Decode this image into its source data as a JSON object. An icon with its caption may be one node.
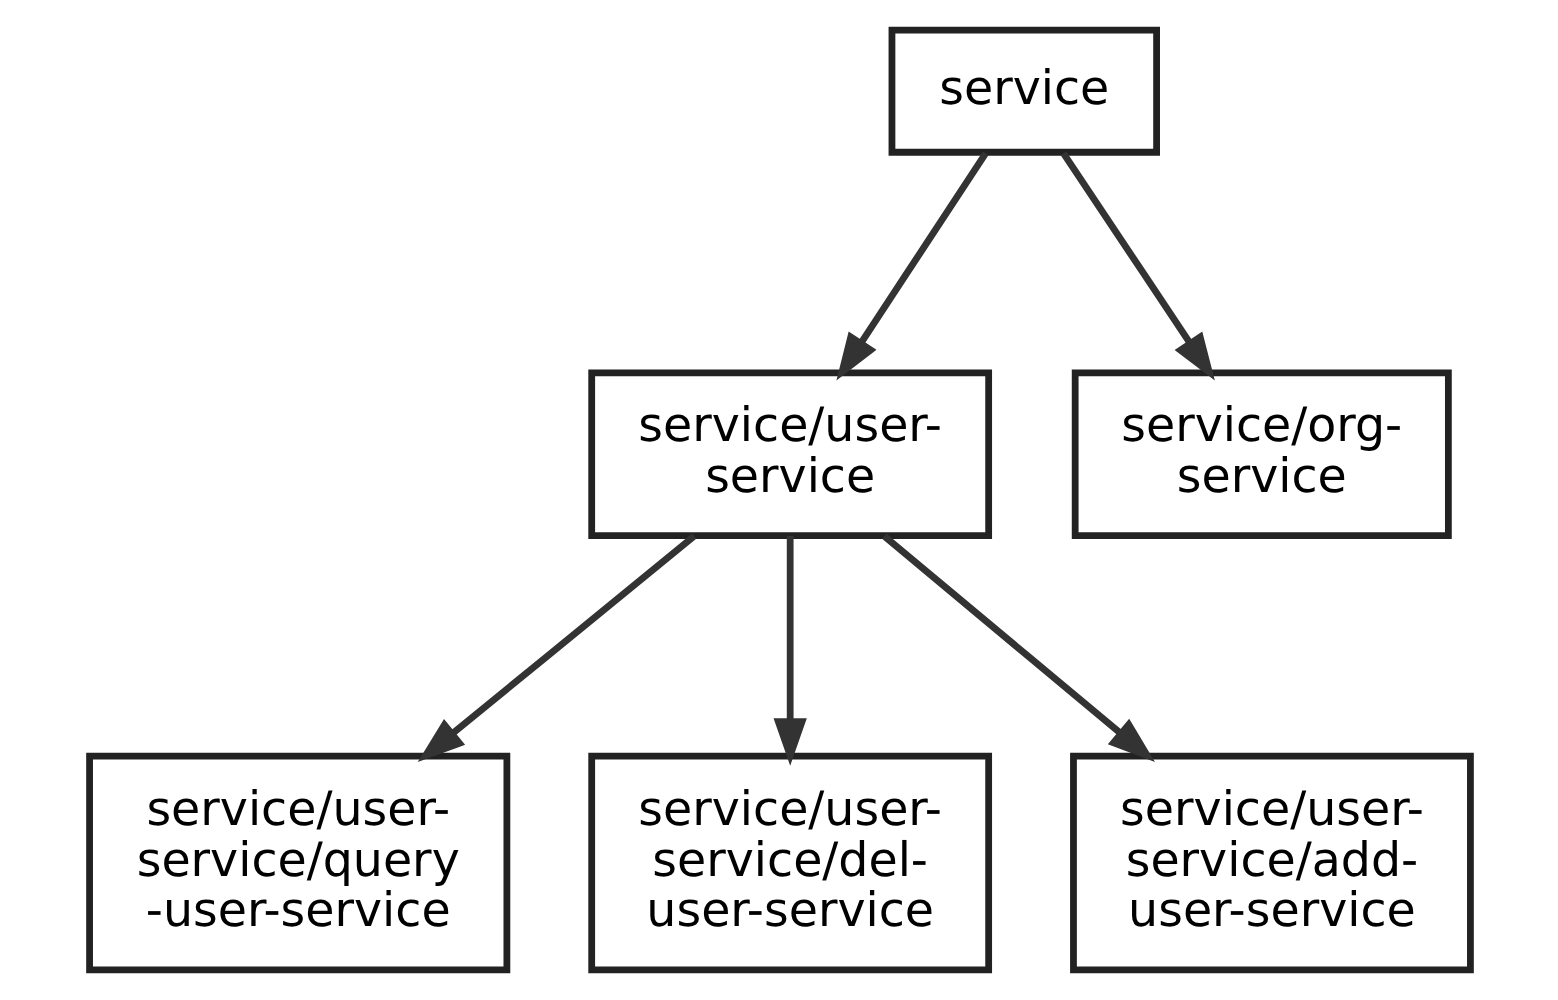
{
  "diagram": {
    "nodes": [
      {
        "text": [
          "service"
        ]
      },
      {
        "text": [
          "service/user- service"
        ]
      },
      {
        "text": [
          "service/org- service"
        ]
      },
      {
        "text": [
          "service/user- service/query -user-service"
        ]
      },
      {
        "text": [
          "service/user- service/del- user-service"
        ]
      },
      {
        "text": [
          "service/user- service/add- user-service"
        ]
      }
    ],
    "edges": [
      {
        "from": 0,
        "to": 1,
        "arrow": "to"
      },
      {
        "from": 0,
        "to": 2,
        "arrow": "to"
      },
      {
        "from": 1,
        "to": 3,
        "arrow": "to"
      },
      {
        "from": 1,
        "to": 4,
        "arrow": "to"
      },
      {
        "from": 1,
        "to": 5,
        "arrow": "to"
      }
    ]
  }
}
